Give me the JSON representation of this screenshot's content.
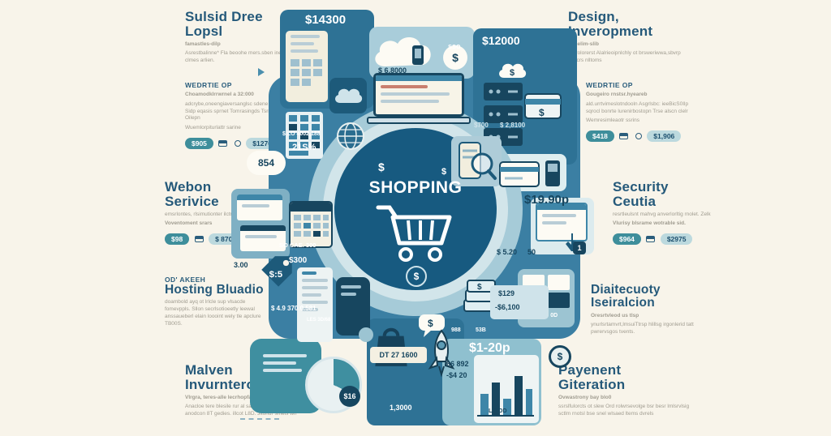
{
  "page": {
    "bg": "#f8f4ea",
    "accent": "#3e8e9b",
    "navy": "#1c4f6e",
    "tile_blue": "#2e7295",
    "body_blue": "#3b7fa3",
    "ring_blue": "#a6cbd8",
    "circle_navy": "#175a80"
  },
  "center": {
    "title": "SHOPPING",
    "dollar": "$"
  },
  "blocks": {
    "top_left": {
      "title": "Sulsid Dree Lopsl",
      "sub": "famastles-dilp",
      "body": "Asrestbalinne* Fla beoohe mers.sben ine clmes arlien."
    },
    "left_wedrtie": {
      "kicker": "WEDRTIE OP",
      "sub": "Choamodklrrwrnel a 32:000",
      "body": "adcrybe,oneengiaversanglsc sdene Sall Sidp eqasis sprnet Tomrasingds Tsrre Oilepn",
      "note": "Wuemlorpiturlattr sarine",
      "pill_dark": "$905",
      "pill_light": "$1270"
    },
    "web_service": {
      "title": "Webon Serivice",
      "sub": "emsrlontes, rlsimutionter ilctroolrlly",
      "note": "Voventoment srars",
      "pill_dark": "$98",
      "pill_light": "$ 870"
    },
    "hosting": {
      "kicker": "OD' AKEEH",
      "title": "Hosting Bluadio",
      "body": "doambold ayq ot lrlcle sup vlsacde fomevppls. Sllon secrlsotioeetly leewal anssaueberl elain loooint wely tle apclure TB00S."
    },
    "malven": {
      "title": "Malven Invurnteroal",
      "sub": "Vlrgra, teres-alle lecrhopfali",
      "body": "Anacloe tere blesile rur al sasc. Gorewaln calmpoto d wst il anodcon 8T gedies. illcot L8D. Jitorlur smels wn"
    },
    "top_right": {
      "title": "Design, Inveropment",
      "sub": "Inmelim-slib",
      "body": "Astrolorerst Alalrieoipnlchly ot brsweriwwa,sbvrp settcrs nlltoms"
    },
    "right_wedrtie": {
      "kicker": "WEDRTIE OP",
      "sub": "Gougeiro rnstsr.hyeareb",
      "body": "ald.urrtvimeslotndooln Asgrlsbc: ieeBicS0Ilp sqrocl bonrte lurenirbostopn Trse alscn clelr",
      "note": "Wemresimleaotr ssrins",
      "pill_dark": "$418",
      "pill_light": "$1,906"
    },
    "security": {
      "title": "Security Ceutia",
      "sub": "resrtleulsnt mahvg anverlorltig rnolet. Zelk",
      "note": "Vlurisy blsrame wotrable sid.",
      "pill_dark": "$964",
      "pill_light": "$2975"
    },
    "diaite": {
      "title": "Diaitecuoty Iseiralcion",
      "sub": "Oresrtvleod us tlsp",
      "body": "ynurlsrtamvrt,lmsuiTtrsp hlillsg irgonlerid tatt pwrervsgos tvents."
    },
    "payment": {
      "title": "Payenent Giteration",
      "sub": "Ovwastrony bay blo0",
      "body": "ssrslfulorcts ot slew Ord rolwrsevolge bsr besr lmlsrvlsig sctlm rnotsl bse snel wlsaed ltems dvrels"
    }
  },
  "labels": {
    "dollar": "$",
    "price_14300": "$14300",
    "price_12000": "$12000",
    "sso": "sso",
    "price_68000": "$ 6,8000",
    "price_700": "$700",
    "price_28100": "$ 2,8100",
    "badge_854": "854",
    "pct_21": "21S%",
    "lo_4002": "$ LO 4002,188",
    "so_cae": "SO CAE. 300",
    "v_300": "3.00",
    "price_300": "$300",
    "tag_5": "$:5",
    "seq_49": "$ 4.9 370 0.581",
    "les": "LES 3D/68",
    "price_1990": "$19.90p",
    "price_520": "$ 5.20",
    "v_50": "50",
    "key_1": "1",
    "price_129": "$129",
    "price_m6100": "-$6,100",
    "price_500od": "$ 500 0D",
    "v_988": "988",
    "v_53b": "53B",
    "v_66892": "66 892",
    "price_m420": "-$4 20",
    "price_120p": "$1-20p",
    "dt_27": "DT 27 1600",
    "pie_16": "$16",
    "v_13000": "1,3000",
    "l8od": "L.8 OD"
  }
}
